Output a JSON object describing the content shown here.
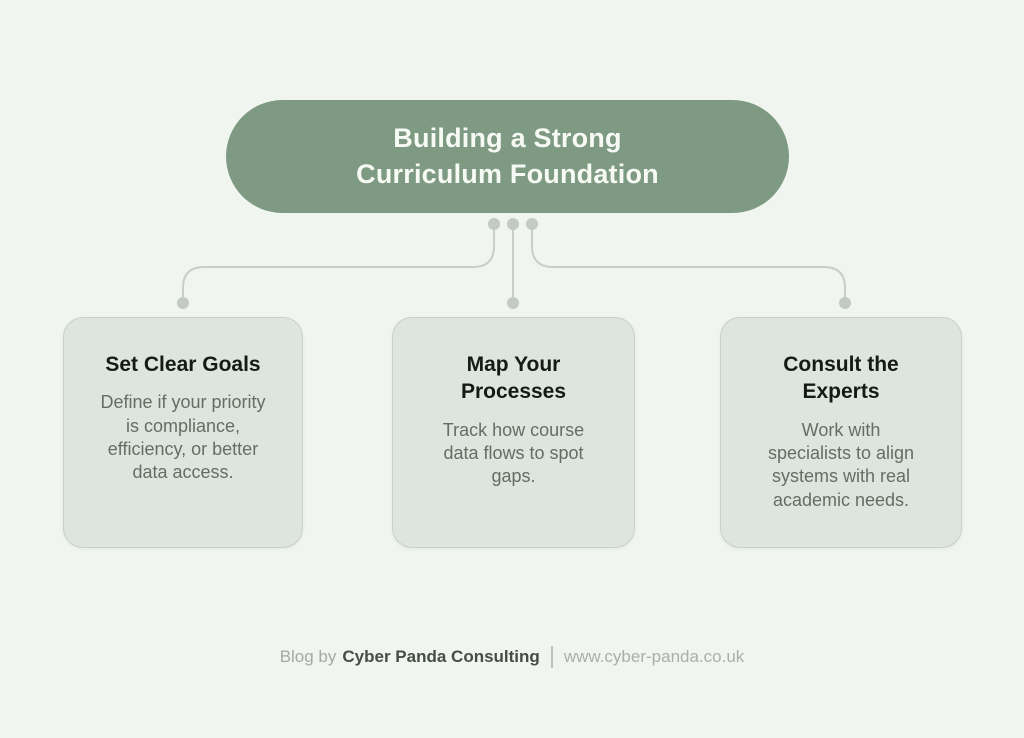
{
  "header": {
    "title_line1": "Building a Strong",
    "title_line2": "Curriculum Foundation"
  },
  "cards": [
    {
      "heading": "Set Clear Goals",
      "body": "Define if your priority is compliance, efficiency, or better data access."
    },
    {
      "heading": "Map Your Processes",
      "body": "Track how course data flows to spot gaps."
    },
    {
      "heading": "Consult the Experts",
      "body": "Work with specialists to align systems with real academic needs."
    }
  ],
  "footer": {
    "prefix": "Blog by",
    "brand": "Cyber Panda Consulting",
    "url": "www.cyber-panda.co.uk"
  },
  "colors": {
    "background": "#f1f5ef",
    "header_pill": "#7e9a83",
    "header_text": "#f7faf4",
    "card_background": "#dee4de",
    "card_border": "#c9d0c9",
    "connector_line": "#c8cec8",
    "connector_dot": "#c3cac3",
    "heading_text": "#151a15",
    "body_text": "#646e64",
    "footer_brand_text": "#454d45"
  }
}
